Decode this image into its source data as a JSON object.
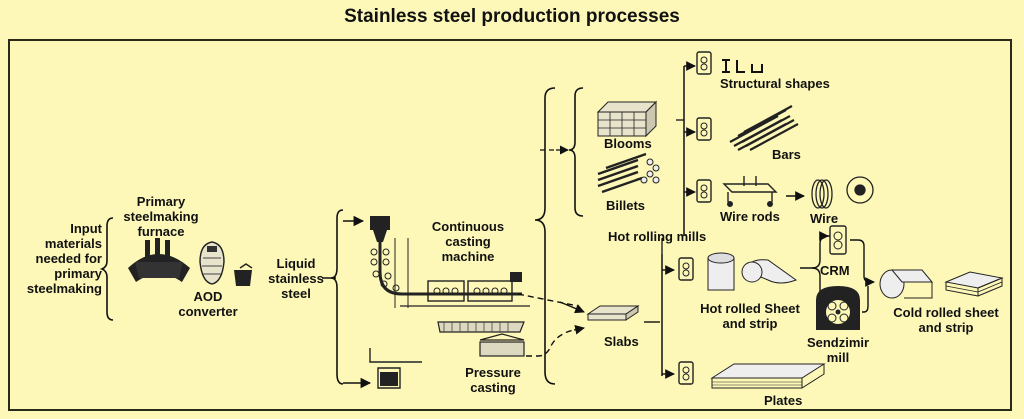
{
  "title": "Stainless steel production processes",
  "labels": {
    "input": "Input materials needed for primary steelmaking",
    "furnace": "Primary steelmaking furnace",
    "aod": "AOD converter",
    "liquid": "Liquid stainless steel",
    "ccm": "Continuous casting machine",
    "pressure": "Pressure casting",
    "blooms": "Blooms",
    "billets": "Billets",
    "slabs": "Slabs",
    "hot_mills": "Hot rolling mills",
    "structural": "Structural shapes",
    "bars": "Bars",
    "wire_rods": "Wire rods",
    "wire": "Wire",
    "crm": "CRM",
    "sendzimir": "Sendzimir mill",
    "hot_rolled": "Hot rolled Sheet and strip",
    "cold_rolled": "Cold rolled sheet and strip",
    "plates": "Plates"
  },
  "colors": {
    "background": "#fdf8b8",
    "ink": "#111111"
  }
}
